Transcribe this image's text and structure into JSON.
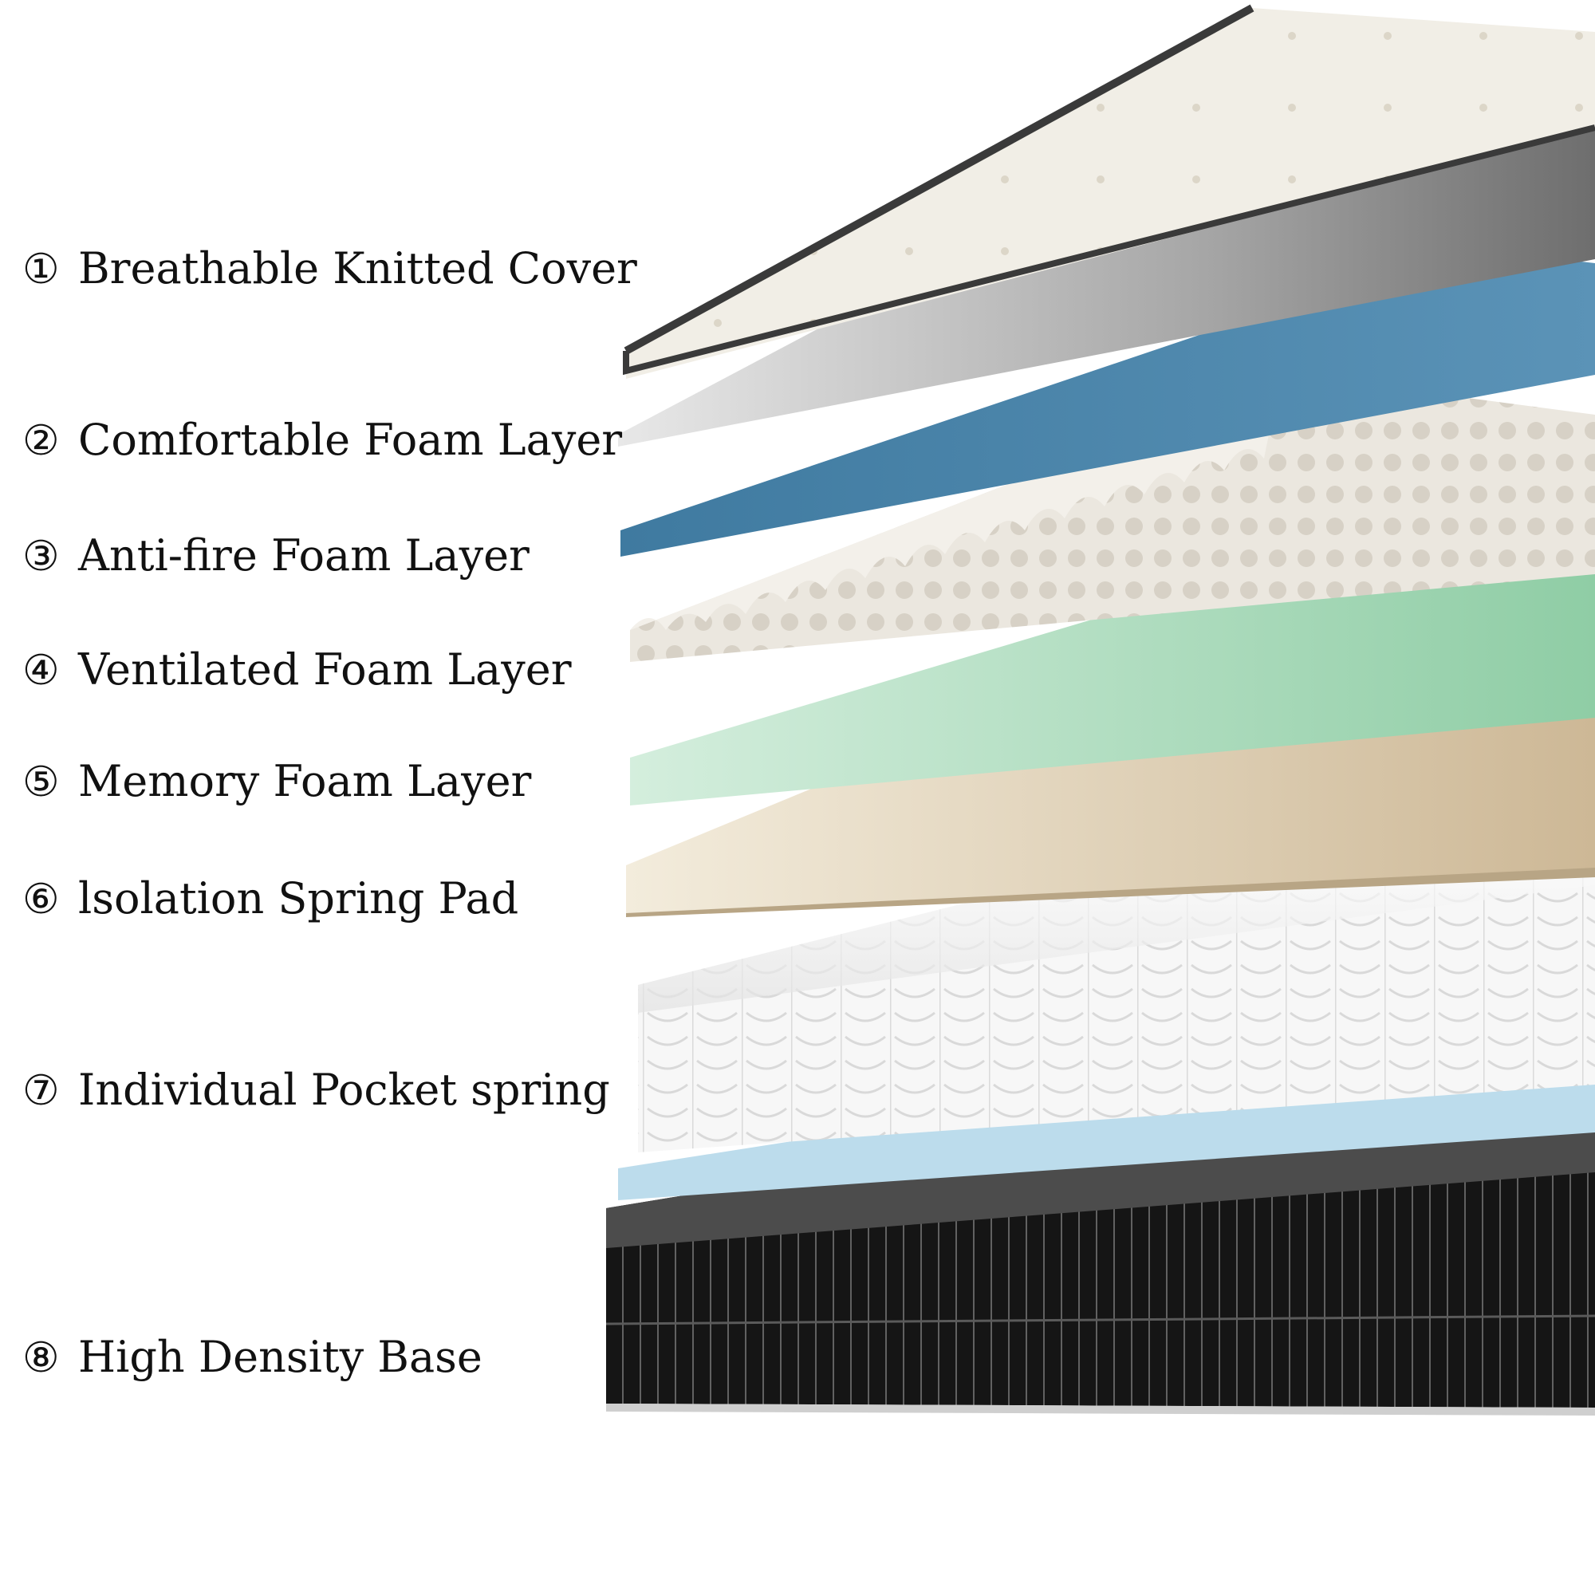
{
  "labels": [
    {
      "num": "①",
      "text": "Breathable Knitted Cover"
    },
    {
      "num": "②",
      "text": "Comfortable Foam Layer"
    },
    {
      "num": "③",
      "text": "Anti-fire Foam Layer"
    },
    {
      "num": "④",
      "text": "Ventilated Foam Layer"
    },
    {
      "num": "⑤",
      "text": "Memory Foam Layer"
    },
    {
      "num": "⑥",
      "text": "lsolation Spring Pad"
    },
    {
      "num": "⑦",
      "text": "Individual Pocket spring"
    },
    {
      "num": "⑧",
      "text": "High Density Base"
    }
  ],
  "colors": {
    "cover": "#efece4",
    "cover_piping": "#3a3a3a",
    "comfort_foam": "#a8a8a8",
    "anti_fire_foam": "#4a84a8",
    "ventilated_foam": "#e6e1d8",
    "memory_foam": "#a9d9b9",
    "spring_pad": "#e9dcc6",
    "pocket_spring": "#f6f6f6",
    "blue_foam": "#bcdcec",
    "base_top": "#4a4a4a",
    "base_side": "#161616"
  }
}
